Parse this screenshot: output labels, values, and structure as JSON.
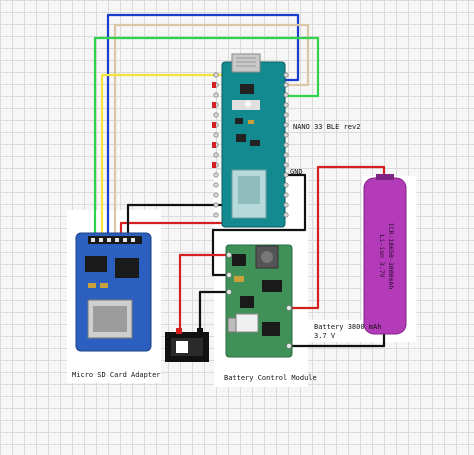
{
  "labels": {
    "nano": "NANO 33 BLE rev2",
    "gnd": "GND",
    "sd_adapter": "Micro SD Card Adapter",
    "battery_module": "Battery Control Module",
    "battery_line1": "Battery 3800 mAh",
    "battery_line2": "3.7 V",
    "battery_print": "ICR-18650-3800mAh",
    "battery_print2": "Li-ion 3.7V"
  },
  "colors": {
    "board_teal": "#138a8f",
    "board_dark": "#0e6d72",
    "sd_blue": "#2b5fc0",
    "charger_green": "#3f9158",
    "battery_purple": "#b33ab8",
    "wire_blue": "#1a3ccc",
    "wire_green": "#2fd24a",
    "wire_yellow": "#f2e43a",
    "wire_beige": "#d8c6a4",
    "wire_red": "#d42020",
    "wire_black": "#111111",
    "switch_black": "#111111"
  },
  "icons": [
    "usb-connector-icon",
    "microsd-slot-icon",
    "rocker-switch-icon",
    "inductor-icon"
  ]
}
